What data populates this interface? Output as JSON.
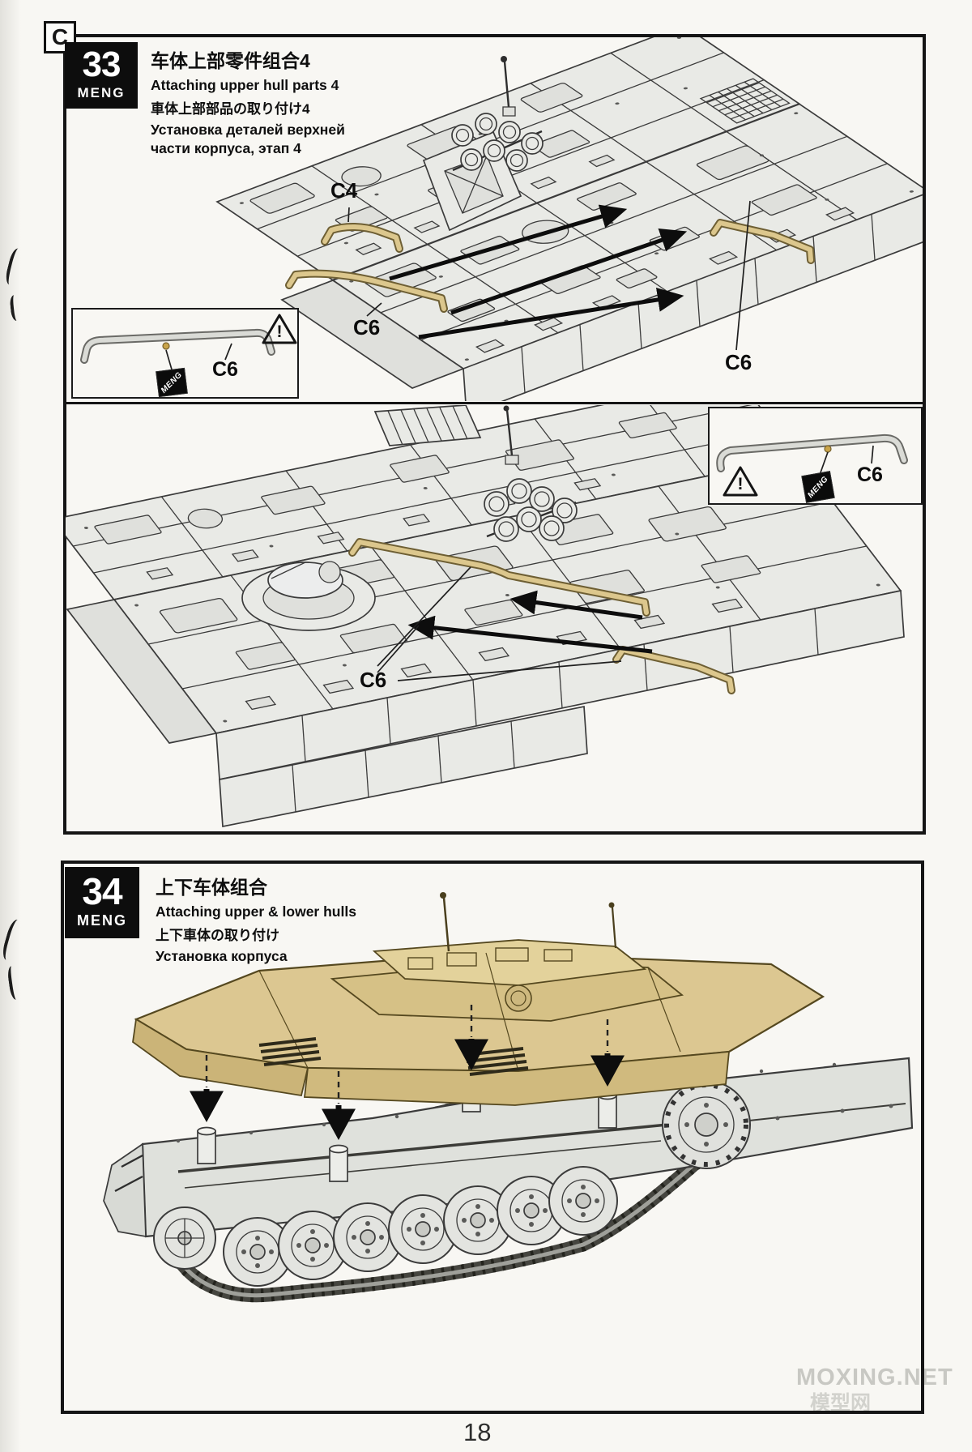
{
  "page": {
    "number": "18",
    "sprue_letter": "C",
    "watermark_line1": "MOXING.NET",
    "watermark_line2": "模型网"
  },
  "brand": "MENG",
  "icons": {
    "warning_mark": "!",
    "meng_chip_text": "MENG"
  },
  "part_labels": {
    "c4": "C4",
    "c6": "C6"
  },
  "steps": {
    "step33": {
      "number": "33",
      "title_zh": "车体上部零件组合4",
      "title_en": "Attaching upper hull parts 4",
      "title_ja": "車体上部部品の取り付け4",
      "title_ru_line1": "Установка деталей верхней",
      "title_ru_line2": "части корпуса, этап 4"
    },
    "step34": {
      "number": "34",
      "title_zh": "上下车体组合",
      "title_en": "Attaching upper & lower hulls",
      "title_ja": "上下車体の取り付け",
      "title_ru_line1": "Установка корпуса"
    }
  },
  "colors": {
    "paper": "#f8f7f3",
    "ink": "#151515",
    "part_tan": "#dcc78d",
    "hull_gray": "#e9eae6",
    "watermark": "#c8c8c3"
  }
}
